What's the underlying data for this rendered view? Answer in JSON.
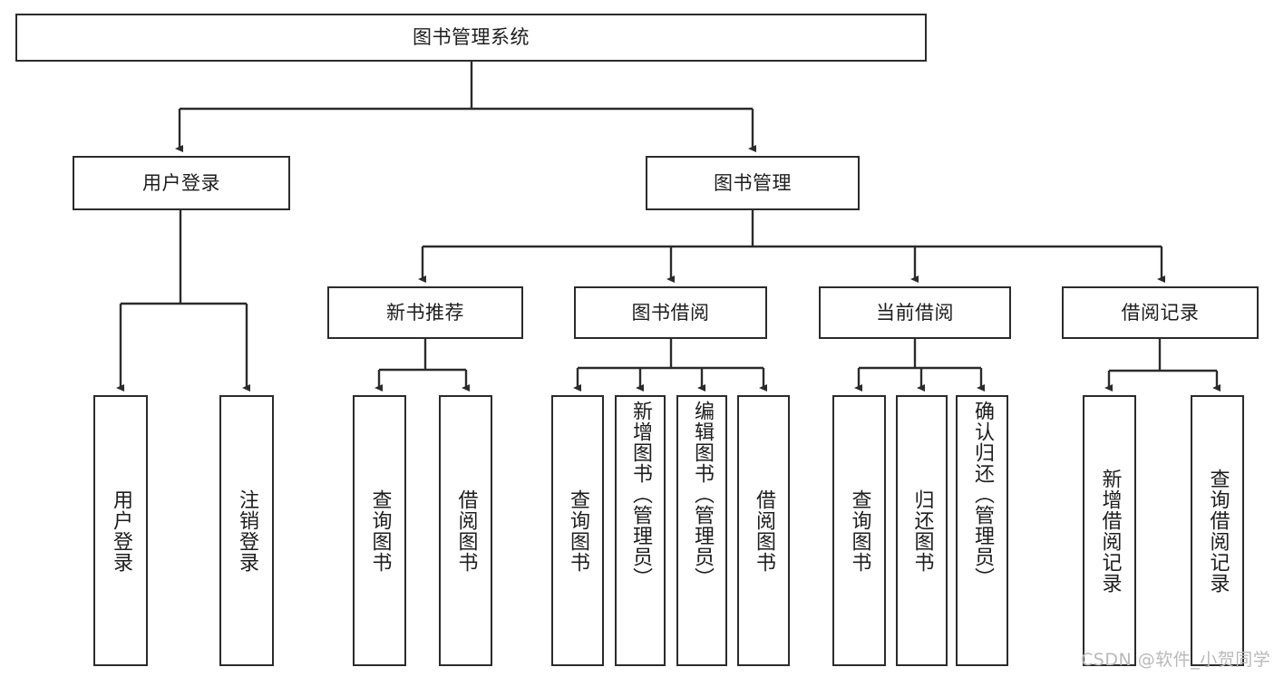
{
  "diagram": {
    "title_text": "图书管理系统",
    "type": "tree-hierarchy-diagram",
    "watermark": "CSDN @软件_小贺同学",
    "colors": {
      "box_border": "#2b2b2b",
      "box_fill": "#ffffff",
      "connector": "#2b2b2b",
      "text": "#1d1d1d",
      "watermark": "#b9b9b9",
      "background": "#ffffff"
    },
    "root": {
      "label": "图书管理系统"
    },
    "level2": [
      {
        "label": "用户登录"
      },
      {
        "label": "图书管理"
      }
    ],
    "level3": [
      {
        "label": "新书推荐"
      },
      {
        "label": "图书借阅"
      },
      {
        "label": "当前借阅"
      },
      {
        "label": "借阅记录"
      }
    ],
    "leaves": {
      "user_login": [
        {
          "label": "用户登录"
        },
        {
          "label": "注销登录"
        }
      ],
      "new_book_recommend": [
        {
          "label": "查询图书"
        },
        {
          "label": "借阅图书"
        }
      ],
      "book_borrow": [
        {
          "label": "查询图书"
        },
        {
          "label": "新增图书（管理员）"
        },
        {
          "label": "编辑图书（管理员）"
        },
        {
          "label": "借阅图书"
        }
      ],
      "current_borrow": [
        {
          "label": "查询图书"
        },
        {
          "label": "归还图书"
        },
        {
          "label": "确认归还（管理员）"
        }
      ],
      "borrow_record": [
        {
          "label": "新增借阅记录"
        },
        {
          "label": "查询借阅记录"
        }
      ]
    }
  }
}
